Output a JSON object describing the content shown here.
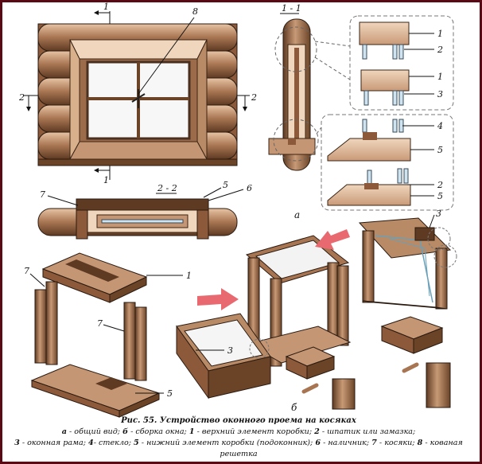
{
  "labels": {
    "sec11_top": "1",
    "sec11_bot": "1",
    "sec22_left": "2",
    "sec22_right": "2",
    "grille": "8",
    "section_11": "1 - 1",
    "section_22": "2 - 2",
    "p1a": "1",
    "p2a": "2",
    "p1b": "1",
    "p3a": "3",
    "p4": "4",
    "p5a": "5",
    "p2b": "2",
    "p5b": "5",
    "view_a": "a",
    "s22_7": "7",
    "s22_5": "5",
    "s22_6": "6",
    "b1": "1",
    "b7a": "7",
    "b7b": "7",
    "b5": "5",
    "b3a": "3",
    "b3b": "3",
    "view_b": "б"
  },
  "caption": {
    "title": "Рис. 55. Устройство оконного проема на косяках",
    "a": "а",
    "a_txt": " - общий вид; ",
    "b": "б",
    "b_txt": " - сборка окна; ",
    "n1": "1",
    "n1_txt": " - верхний элемент коробки; ",
    "n2": "2",
    "n2_txt": " - шпатик или замазка;",
    "n3": "3",
    "n3_txt": " - оконная рама; ",
    "n4": "4",
    "n4_txt": "- стекло; ",
    "n5": "5",
    "n5_txt": " - нижний элемент коробки (подоконник); ",
    "n6": "6",
    "n6_txt": " - наличник; ",
    "n7": "7",
    "n7_txt": " - косяки; ",
    "n8": "8",
    "n8_txt": " - кованая решетка"
  }
}
